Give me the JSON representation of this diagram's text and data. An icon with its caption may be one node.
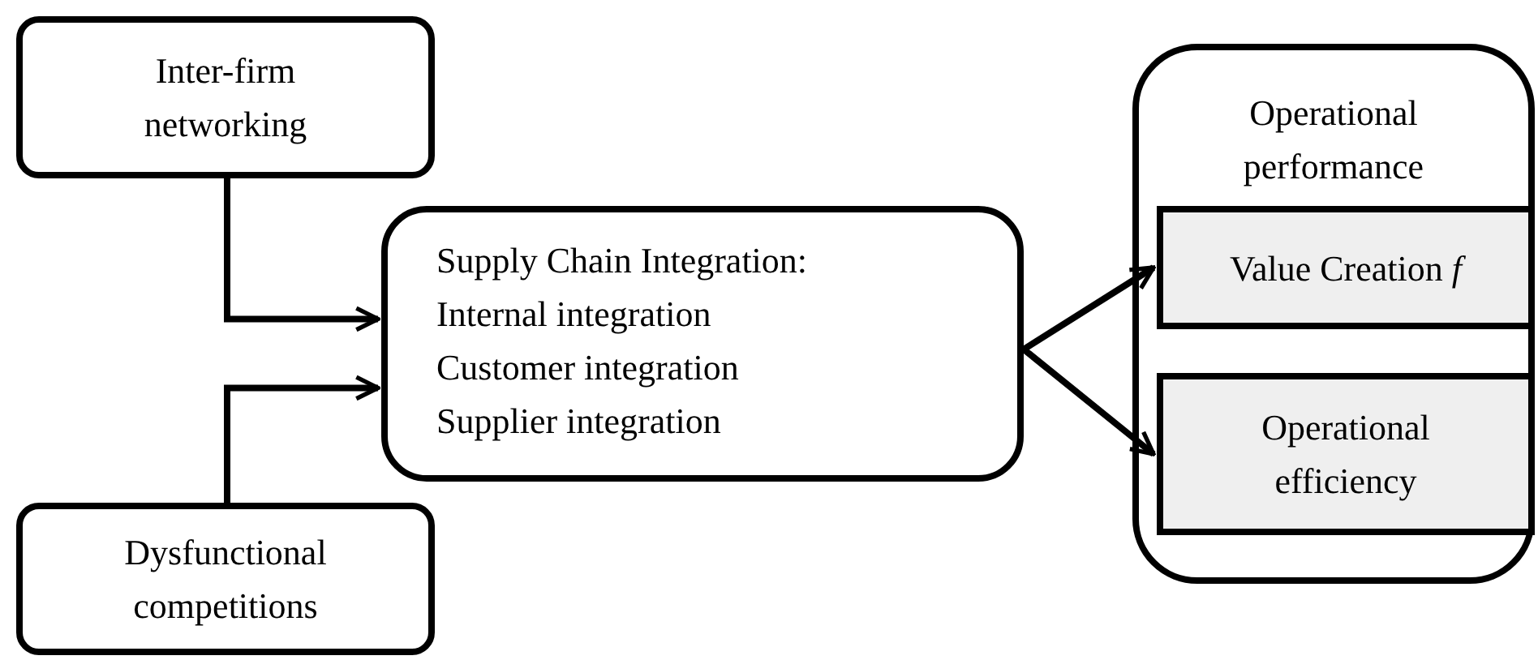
{
  "diagram": {
    "nodes": [
      {
        "text": [
          "Inter-firm networking"
        ]
      },
      {
        "text": [
          "Supply Chain Integration:",
          "Internal integration",
          "Customer integration",
          "Supplier integration"
        ]
      },
      {
        "text": [
          "Dysfunctional competitions"
        ]
      },
      {
        "text": [
          "Operational performance"
        ]
      },
      {
        "text": [
          "Value Creation *f*"
        ],
        "in": 3
      },
      {
        "text": [
          "Operational efficiency"
        ],
        "in": 3
      }
    ],
    "edges": [
      {
        "from": 0,
        "to": 1,
        "arrow": "to"
      },
      {
        "from": 2,
        "to": 1,
        "arrow": "to"
      },
      {
        "from": 1,
        "to": 4,
        "arrow": "to"
      },
      {
        "from": 1,
        "to": 5,
        "arrow": "to"
      }
    ]
  }
}
